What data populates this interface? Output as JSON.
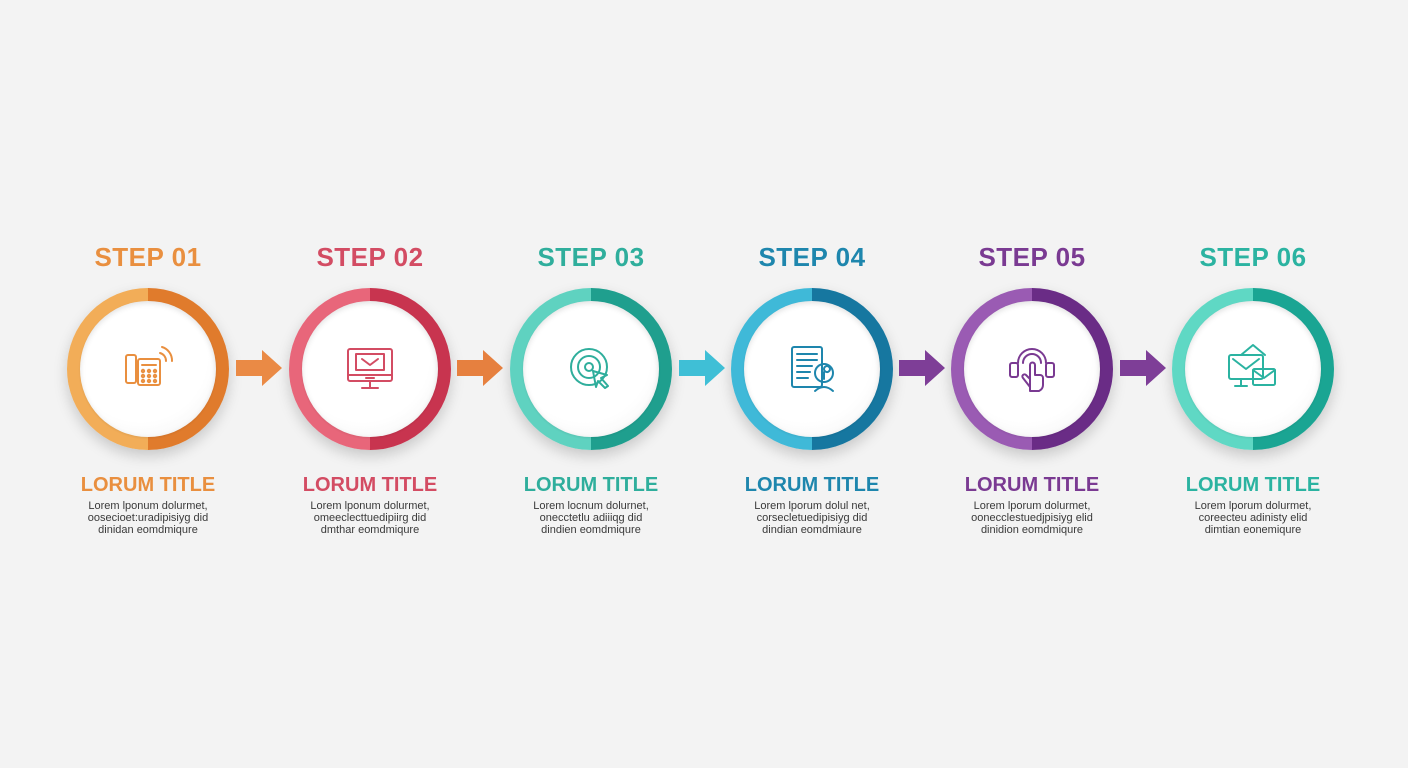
{
  "steps": [
    {
      "label": "STEP 01",
      "title": "LORUM TITLE",
      "desc": [
        "Lorem lponum dolurmet,",
        "oosecioet:uradipisiyg did",
        "dinidan eomdmiqure"
      ],
      "icon": "phone-keypad-icon",
      "colors": {
        "light": "#f2ad58",
        "dark": "#e07b2c",
        "text": "#e98f3f"
      }
    },
    {
      "label": "STEP 02",
      "title": "LORUM TITLE",
      "desc": [
        "Lorem lponum dolurmet,",
        "omeeclecttuedipiirg did",
        "dmthar eomdmiqure"
      ],
      "icon": "monitor-mail-icon",
      "colors": {
        "light": "#e8667a",
        "dark": "#c8344f",
        "text": "#d34c63"
      }
    },
    {
      "label": "STEP 03",
      "title": "LORUM TITLE",
      "desc": [
        "Lorem locnum dolurnet,",
        "onecctetlu adiiiqg did",
        "dindien eomdmiqure"
      ],
      "icon": "target-cursor-icon",
      "colors": {
        "light": "#5fd2c0",
        "dark": "#1f9f8e",
        "text": "#2fae9c"
      }
    },
    {
      "label": "STEP 04",
      "title": "LORUM TITLE",
      "desc": [
        "Lorem lporum dolul net,",
        "corsecletuedipisiyg did",
        "dindian eomdmiaure"
      ],
      "icon": "document-pin-icon",
      "colors": {
        "light": "#3fb9d8",
        "dark": "#1677a0",
        "text": "#1e86ad"
      }
    },
    {
      "label": "STEP 05",
      "title": "LORUM TITLE",
      "desc": [
        "Lorem lporum dolurmet,",
        "oonecclestuedjpisiyg elid",
        "dinidion eomdmiqure"
      ],
      "icon": "touch-signal-icon",
      "colors": {
        "light": "#9a5bb3",
        "dark": "#6a2c86",
        "text": "#7a3a92"
      }
    },
    {
      "label": "STEP 06",
      "title": "LORUM TITLE",
      "desc": [
        "Lorem lporum dolurmet,",
        "coreecteu adinisty elid",
        "dimtian eonemiqure"
      ],
      "icon": "monitor-envelope-icon",
      "colors": {
        "light": "#5fd8c4",
        "dark": "#1aa593",
        "text": "#2bb3a1"
      }
    }
  ],
  "arrows": [
    {
      "icon": "arrow-right-icon",
      "color": "#ea8a45"
    },
    {
      "icon": "arrow-right-icon",
      "color": "#e6803f"
    },
    {
      "icon": "arrow-right-icon",
      "color": "#3fbfd6"
    },
    {
      "icon": "arrow-right-icon",
      "color": "#7e3e97"
    },
    {
      "icon": "arrow-right-icon",
      "color": "#7e3e97"
    }
  ]
}
